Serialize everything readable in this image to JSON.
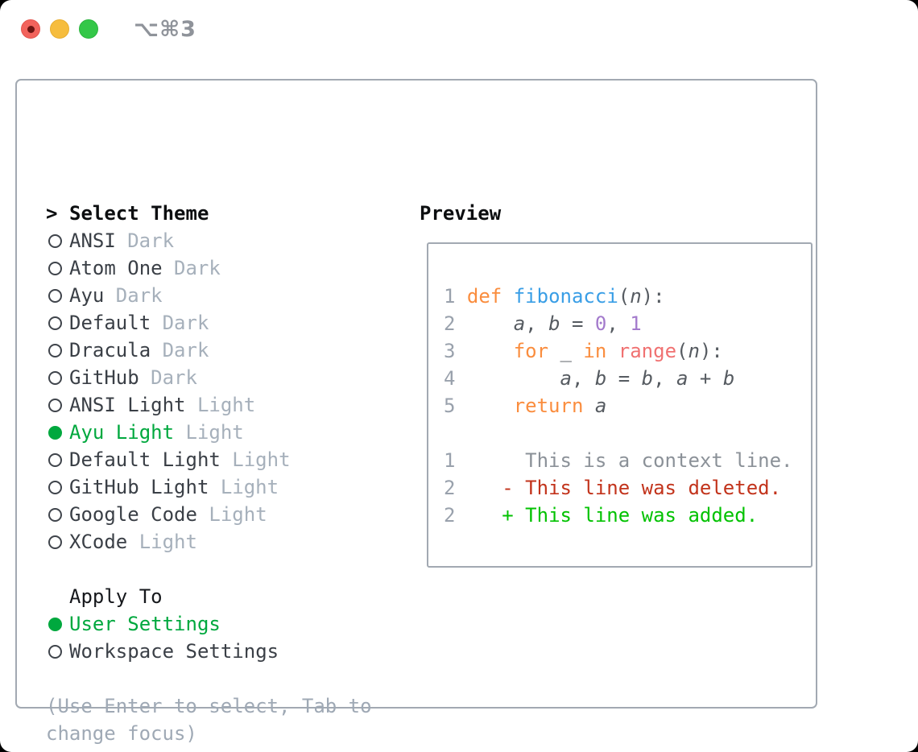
{
  "window": {
    "title": "⌥⌘3"
  },
  "theme_selector": {
    "header": {
      "prefix": ">",
      "label": "Select Theme"
    },
    "items": [
      {
        "name": "ANSI",
        "variant": "Dark",
        "selected": false
      },
      {
        "name": "Atom One",
        "variant": "Dark",
        "selected": false
      },
      {
        "name": "Ayu",
        "variant": "Dark",
        "selected": false
      },
      {
        "name": "Default",
        "variant": "Dark",
        "selected": false
      },
      {
        "name": "Dracula",
        "variant": "Dark",
        "selected": false
      },
      {
        "name": "GitHub",
        "variant": "Dark",
        "selected": false
      },
      {
        "name": "ANSI Light",
        "variant": "Light",
        "selected": false
      },
      {
        "name": "Ayu Light",
        "variant": "Light",
        "selected": true
      },
      {
        "name": "Default Light",
        "variant": "Light",
        "selected": false
      },
      {
        "name": "GitHub Light",
        "variant": "Light",
        "selected": false
      },
      {
        "name": "Google Code",
        "variant": "Light",
        "selected": false
      },
      {
        "name": "XCode",
        "variant": "Light",
        "selected": false
      }
    ]
  },
  "apply_to": {
    "header": "Apply To",
    "options": [
      {
        "label": "User Settings",
        "selected": true
      },
      {
        "label": "Workspace Settings",
        "selected": false
      }
    ]
  },
  "hint": {
    "line1": "(Use Enter to select, Tab to",
    "line2": "change focus)"
  },
  "preview": {
    "label": "Preview",
    "code_lines": [
      {
        "tokens": [
          {
            "t": "1 ",
            "c": "gutter"
          },
          {
            "t": "def",
            "c": "kw"
          },
          {
            "t": " ",
            "c": "plain"
          },
          {
            "t": "fibonacci",
            "c": "fn"
          },
          {
            "t": "(",
            "c": "plain"
          },
          {
            "t": "n",
            "c": "var"
          },
          {
            "t": "):",
            "c": "plain"
          }
        ]
      },
      {
        "tokens": [
          {
            "t": "2 ",
            "c": "gutter"
          },
          {
            "t": "    ",
            "c": "plain"
          },
          {
            "t": "a",
            "c": "var"
          },
          {
            "t": ", ",
            "c": "plain"
          },
          {
            "t": "b",
            "c": "var"
          },
          {
            "t": " = ",
            "c": "plain"
          },
          {
            "t": "0",
            "c": "const"
          },
          {
            "t": ", ",
            "c": "plain"
          },
          {
            "t": "1",
            "c": "const"
          }
        ]
      },
      {
        "tokens": [
          {
            "t": "3 ",
            "c": "gutter"
          },
          {
            "t": "    ",
            "c": "plain"
          },
          {
            "t": "for",
            "c": "kw"
          },
          {
            "t": " _ ",
            "c": "plain"
          },
          {
            "t": "in",
            "c": "kw"
          },
          {
            "t": " ",
            "c": "plain"
          },
          {
            "t": "range",
            "c": "call"
          },
          {
            "t": "(",
            "c": "plain"
          },
          {
            "t": "n",
            "c": "var"
          },
          {
            "t": "):",
            "c": "plain"
          }
        ]
      },
      {
        "tokens": [
          {
            "t": "4 ",
            "c": "gutter"
          },
          {
            "t": "        ",
            "c": "plain"
          },
          {
            "t": "a",
            "c": "var"
          },
          {
            "t": ", ",
            "c": "plain"
          },
          {
            "t": "b",
            "c": "var"
          },
          {
            "t": " = ",
            "c": "plain"
          },
          {
            "t": "b",
            "c": "var"
          },
          {
            "t": ", ",
            "c": "plain"
          },
          {
            "t": "a",
            "c": "var"
          },
          {
            "t": " + ",
            "c": "plain"
          },
          {
            "t": "b",
            "c": "var"
          }
        ]
      },
      {
        "tokens": [
          {
            "t": "5 ",
            "c": "gutter"
          },
          {
            "t": "    ",
            "c": "plain"
          },
          {
            "t": "return",
            "c": "kw"
          },
          {
            "t": " ",
            "c": "plain"
          },
          {
            "t": "a",
            "c": "var"
          }
        ]
      },
      {
        "tokens": []
      },
      {
        "tokens": [
          {
            "t": "1 ",
            "c": "gutter"
          },
          {
            "t": "     This is a context line.",
            "c": "ctx"
          }
        ]
      },
      {
        "tokens": [
          {
            "t": "2 ",
            "c": "gutter"
          },
          {
            "t": "   ",
            "c": "plain"
          },
          {
            "t": "- This line was deleted.",
            "c": "del"
          }
        ]
      },
      {
        "tokens": [
          {
            "t": "2 ",
            "c": "gutter"
          },
          {
            "t": "   ",
            "c": "plain"
          },
          {
            "t": "+ This line was added.",
            "c": "add"
          }
        ]
      }
    ]
  },
  "colors": {
    "selected_green": "#00a83e",
    "added_green": "#02c201",
    "deleted_red": "#c2331b",
    "context_gray": "#8b9198",
    "keyword_orange": "#fa8d3e",
    "function_blue": "#399ee6",
    "constant_purple": "#a37acc",
    "call_coral": "#f07171",
    "border_gray": "#a2a9b2",
    "muted_gray": "#a6b0bb",
    "traffic_red": "#f2635c",
    "traffic_yellow": "#f6bd3e",
    "traffic_green": "#34c748"
  }
}
